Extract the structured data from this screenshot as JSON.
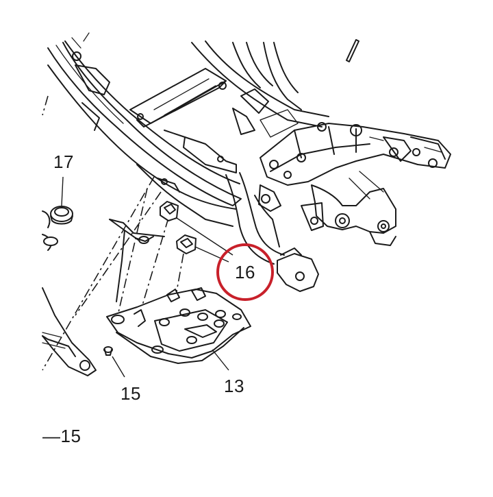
{
  "callouts": {
    "c13": "13",
    "c15": "15",
    "c15_lower": "15",
    "c16": "16",
    "c17": "17",
    "dash_prefix": "—"
  },
  "highlight": {
    "color": "#c8202a",
    "target": "16"
  },
  "icons": [
    "frame-assembly-icon",
    "skid-plate-icon",
    "rubber-pad-icon",
    "bolt-icon",
    "grommet-icon",
    "pencil-icon"
  ]
}
